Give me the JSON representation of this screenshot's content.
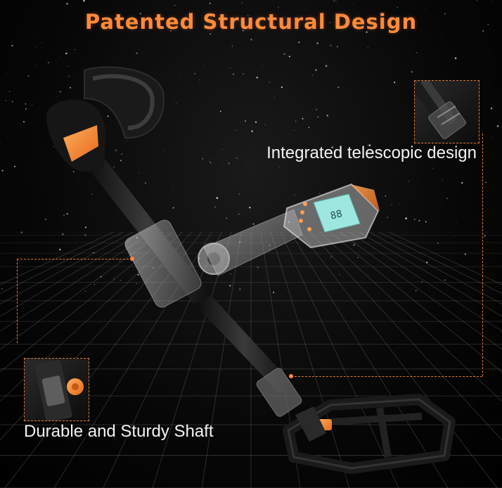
{
  "title": "Patented Structural Design",
  "callouts": {
    "top": {
      "label": "Integrated telescopic design",
      "icon": "telescopic-joint-icon"
    },
    "bottom": {
      "label": "Durable and Sturdy Shaft",
      "icon": "shaft-lock-icon"
    }
  },
  "display": {
    "reading": "88"
  },
  "colors": {
    "accent": "#ff8a3c",
    "callout_line": "#e0773a",
    "background": "#000000",
    "shaft": "#1c1c1c",
    "text": "#f2f2f2",
    "lcd": "#9ee7e0"
  }
}
